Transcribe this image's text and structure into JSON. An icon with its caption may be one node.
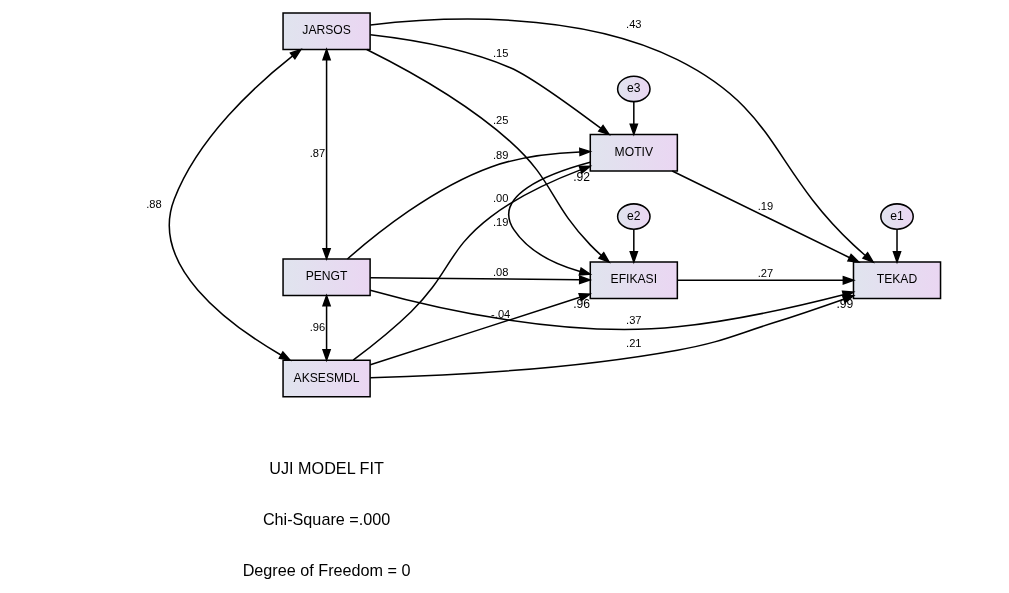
{
  "diagram": {
    "nodes": [
      {
        "text": [
          "e2"
        ]
      },
      {
        "text": [
          "JARSOS"
        ]
      },
      {
        "text": [
          "EFIKASI"
        ],
        "beside": [
          ".96"
        ]
      },
      {
        "text": [
          "e1"
        ]
      },
      {
        "text": [
          "PENGT"
        ]
      },
      {
        "text": [
          "TEKAD"
        ],
        "beside": [
          ".99"
        ]
      },
      {
        "text": [
          "AKSESMDL"
        ]
      },
      {
        "text": [
          "MOTIV"
        ],
        "beside": [
          ".92"
        ]
      },
      {
        "text": [
          "e3"
        ]
      }
    ],
    "edges": [
      {
        "from": 1,
        "to": 2,
        "arrow": "to",
        "label": ".25"
      },
      {
        "from": 1,
        "to": 5,
        "arrow": "to",
        "label": ".43"
      },
      {
        "from": 1,
        "to": 7,
        "arrow": "to",
        "label": ".15"
      },
      {
        "from": 4,
        "to": 2,
        "arrow": "to",
        "label": ".08"
      },
      {
        "from": 4,
        "to": 5,
        "arrow": "to",
        "label": ".37"
      },
      {
        "from": 4,
        "to": 7,
        "arrow": "to",
        "label": ".89"
      },
      {
        "from": 6,
        "to": 2,
        "arrow": "to",
        "label": "-.04"
      },
      {
        "from": 6,
        "to": 5,
        "arrow": "to",
        "label": ".21"
      },
      {
        "from": 6,
        "to": 7,
        "arrow": "to",
        "label": ".00"
      },
      {
        "from": 2,
        "to": 5,
        "arrow": "to",
        "label": ".27"
      },
      {
        "from": 7,
        "to": 2,
        "arrow": "to",
        "label": ".19"
      },
      {
        "from": 7,
        "to": 5,
        "arrow": "to",
        "label": ".19"
      },
      {
        "from": 0,
        "to": 2,
        "arrow": "to"
      },
      {
        "from": 3,
        "to": 5,
        "arrow": "to"
      },
      {
        "from": 8,
        "to": 7,
        "arrow": "to"
      },
      {
        "from": 1,
        "to": 4,
        "arrow": "both",
        "label": ".87"
      },
      {
        "from": 4,
        "to": 6,
        "arrow": "both",
        "label": ".96"
      },
      {
        "from": 1,
        "to": 6,
        "arrow": "both",
        "label": ".88"
      }
    ],
    "labels": [
      "UJI MODEL FIT",
      "Chi-Square =.000",
      "Degree of Freedom = 0"
    ]
  }
}
